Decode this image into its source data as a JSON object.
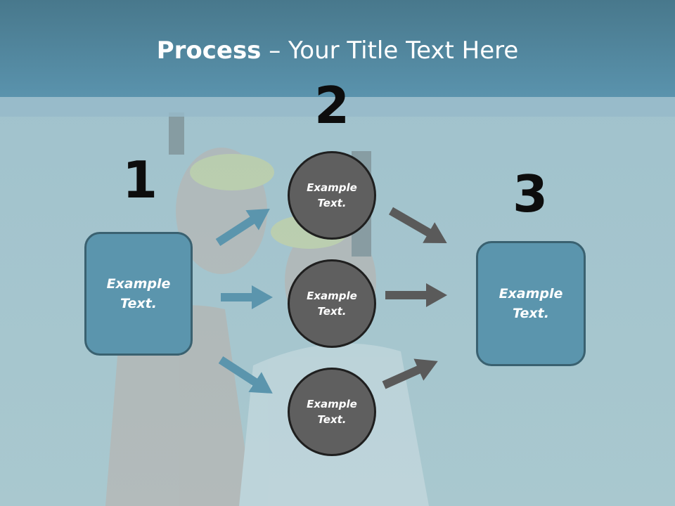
{
  "title": {
    "bold": "Process",
    "rest": " – Your Title Text Here"
  },
  "steps": [
    {
      "number": "1",
      "label": "Example\nText."
    },
    {
      "number": "2",
      "labels": [
        "Example\nText.",
        "Example\nText.",
        "Example\nText."
      ]
    },
    {
      "number": "3",
      "label": "Example\nText."
    }
  ],
  "colors": {
    "header": "#5a93ad",
    "box_fill": "#5b95ad",
    "box_border": "#3a6170",
    "circle_fill": "#5f5f5f",
    "arrow_blue": "#5b95ad",
    "arrow_gray": "#5a5a5a"
  }
}
